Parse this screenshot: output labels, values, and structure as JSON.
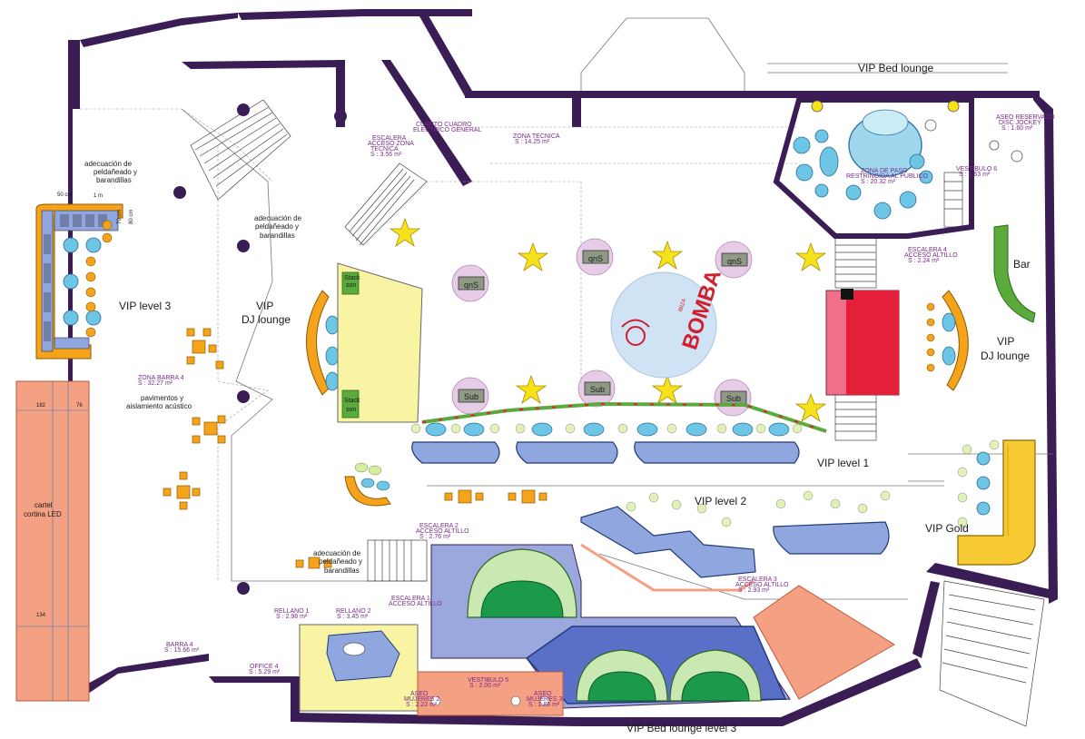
{
  "zones": {
    "vip_bed_lounge": "VIP Bed lounge",
    "vip_bed_lounge_level3": "VIP Bed  lounge level 3",
    "vip_level3": "VIP level 3",
    "vip_dj_lounge_left_1": "VIP",
    "vip_dj_lounge_left_2": "DJ lounge",
    "vip_dj_lounge_right_1": "VIP",
    "vip_dj_lounge_right_2": "DJ lounge",
    "vip_level1": "VIP level 1",
    "vip_level2": "VIP  level 2",
    "vip_gold": "VIP Gold",
    "bar": "Bar"
  },
  "equipment": {
    "stack_top_1": "Stack",
    "stack_top_2": "son",
    "stack_bottom_1": "Stack",
    "stack_bottom_2": "son",
    "sub": "Sub",
    "sub_flipped": "qnS"
  },
  "logo": {
    "text": "BOMBA",
    "sub": "IBIZA"
  },
  "notes": {
    "adecuacion_1a": "adecuación de",
    "adecuacion_1b": "peldañeado y",
    "adecuacion_1c": "barandillas",
    "adecuacion_2a": "adecuación de",
    "adecuacion_2b": "peldañeado y",
    "adecuacion_2c": "barandillas",
    "adecuacion_3a": "adecuación de",
    "adecuacion_3b": "peldañeado y",
    "adecuacion_3c": "barandillas",
    "pavimentos_a": "pavimentos y",
    "pavimentos_b": "aislamiento acústico",
    "cartel_a": "cartel",
    "cartel_b": "cortina LED",
    "dim_50": "50 cm",
    "dim_1m": "1 m",
    "dim_70": "70 cm",
    "dim_80": "80 cm",
    "dim_182": "182",
    "dim_76": "76",
    "dim_134": "134"
  },
  "rooms": {
    "cuarto_1": "CUARTO CUADRO",
    "cuarto_2": "ELECTRICO GENERAL",
    "escalera_acc_1": "ESCALERA",
    "escalera_acc_2": "ACCESO ZONA",
    "escalera_acc_3": "TECNICA",
    "escalera_acc_4": "S : 3.56 m²",
    "zona_tecnica_1": "ZONA TECNICA",
    "zona_tecnica_2": "S : 14.25 m²",
    "zona_paso_1": "ZONA DE PASO",
    "zona_paso_2": "RESTRINGIDA AL PUBLICO",
    "zona_paso_3": "S : 20.32 m²",
    "aseo_res_1": "ASEO RESERVADO",
    "aseo_res_2": "DISC JOCKEY",
    "aseo_res_3": "S : 1.60 m²",
    "vestibulo6_1": "VESTIBULO 6",
    "vestibulo6_2": "S : 1.63 m²",
    "esc4_1": "ESCALERA 4",
    "esc4_2": "ACCESO ALTILLO",
    "esc4_3": "S : 2.24 m²",
    "zona_barra4_1": "ZONA BARRA 4",
    "zona_barra4_2": "S : 32.27 m²",
    "esc2_1": "ESCALERA 2",
    "esc2_2": "ACCESO ALTILLO",
    "esc2_3": "S : 2.76 m²",
    "esc1_1": "ESCALERA 1",
    "esc1_2": "ACCESO ALTILLO",
    "esc3_1": "ESCALERA 3",
    "esc3_2": "ACCESO ALTILLO",
    "esc3_3": "S : 2.93 m²",
    "rellano1_1": "RELLANO 1",
    "rellano1_2": "S : 2.98 m²",
    "rellano2_1": "RELLANO 2",
    "rellano2_2": "S : 3.45 m²",
    "barra4_1": "BARRA 4",
    "barra4_2": "S : 15.66 m²",
    "office4_1": "OFFICE 4",
    "office4_2": "S : 5.29 m²",
    "vestibulo5_1": "VESTIBULO 5",
    "vestibulo5_2": "S : 2.00 m²",
    "aseo_muj2_1": "ASEO",
    "aseo_muj2_2": "MUJERES 2",
    "aseo_muj2_3": "S : 2.22 m²",
    "aseo_muj3_1": "ASEO",
    "aseo_muj3_2": "MUJERES 3",
    "aseo_muj3_3": "S : 1.86 m²"
  },
  "colors": {
    "wall": "#3b1d55",
    "star": "#f5e21b",
    "orange_seat": "#f5a31b",
    "table_blue": "#6ec6e6",
    "sofa_blue": "#8fa7de",
    "pink_stage": "#f0708a",
    "red_stage": "#e51e3a",
    "yellow_dj": "#f8f4a4",
    "green_stack": "#5aaa3c",
    "salmon": "#f4a083",
    "gold_sofa": "#f7c933"
  }
}
